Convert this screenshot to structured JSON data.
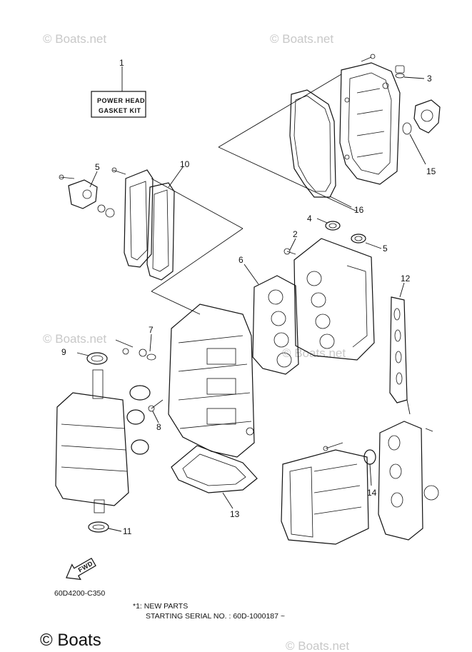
{
  "watermark_text": "© Boats.net",
  "kit_label": {
    "line1": "POWER HEAD",
    "line2": "GASKET KIT"
  },
  "fwd_label": "FWD",
  "diagram_code": "60D4200-C350",
  "note": {
    "line1": "*1: NEW PARTS",
    "line2": "STARTING SERIAL NO. : 60D-1000187 ~"
  },
  "footer_brand": "© Boats",
  "callouts": [
    "1",
    "2",
    "3",
    "4",
    "5",
    "5",
    "6",
    "7",
    "8",
    "9",
    "10",
    "11",
    "12",
    "13",
    "14",
    "15",
    "16"
  ]
}
